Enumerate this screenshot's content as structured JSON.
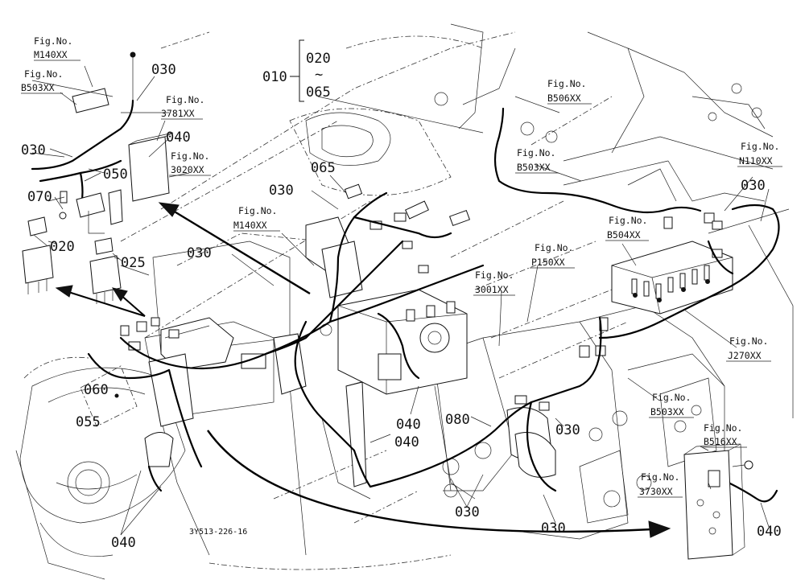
{
  "diagram": {
    "drawing_code": "3Y513-226-16",
    "part_labels": [
      {
        "id": "p030a",
        "text": "030"
      },
      {
        "id": "p030b",
        "text": "030"
      },
      {
        "id": "p040a",
        "text": "040"
      },
      {
        "id": "p050",
        "text": "050"
      },
      {
        "id": "p070",
        "text": "070"
      },
      {
        "id": "p020",
        "text": "020"
      },
      {
        "id": "p025",
        "text": "025"
      },
      {
        "id": "p030c",
        "text": "030"
      },
      {
        "id": "p030d",
        "text": "030"
      },
      {
        "id": "p065",
        "text": "065"
      },
      {
        "id": "p010",
        "text": "010"
      },
      {
        "id": "p020r",
        "text": "020"
      },
      {
        "id": "ptilde",
        "text": "~"
      },
      {
        "id": "p065r",
        "text": "065"
      },
      {
        "id": "p060",
        "text": "060"
      },
      {
        "id": "p055",
        "text": "055"
      },
      {
        "id": "p040b",
        "text": "040"
      },
      {
        "id": "p040c",
        "text": "040"
      },
      {
        "id": "p040d",
        "text": "040"
      },
      {
        "id": "p080",
        "text": "080"
      },
      {
        "id": "p030e",
        "text": "030"
      },
      {
        "id": "p030f",
        "text": "030"
      },
      {
        "id": "p030g",
        "text": "030"
      },
      {
        "id": "p030h",
        "text": "030"
      },
      {
        "id": "p040e",
        "text": "040"
      }
    ],
    "figure_refs": [
      {
        "id": "f1",
        "prefix": "Fig.No.",
        "code": "M140XX"
      },
      {
        "id": "f2",
        "prefix": "Fig.No.",
        "code": "B503XX"
      },
      {
        "id": "f3",
        "prefix": "Fig.No.",
        "code": "3781XX"
      },
      {
        "id": "f4",
        "prefix": "Fig.No.",
        "code": "3020XX"
      },
      {
        "id": "f5",
        "prefix": "Fig.No.",
        "code": "M140XX"
      },
      {
        "id": "f6",
        "prefix": "Fig.No.",
        "code": "B506XX"
      },
      {
        "id": "f7",
        "prefix": "Fig.No.",
        "code": "B503XX"
      },
      {
        "id": "f8",
        "prefix": "Fig.No.",
        "code": "N110XX"
      },
      {
        "id": "f9",
        "prefix": "Fig.No.",
        "code": "B504XX"
      },
      {
        "id": "f10",
        "prefix": "Fig.No.",
        "code": "P150XX"
      },
      {
        "id": "f11",
        "prefix": "Fig.No.",
        "code": "3001XX"
      },
      {
        "id": "f12",
        "prefix": "Fig.No.",
        "code": "J270XX"
      },
      {
        "id": "f13",
        "prefix": "Fig.No.",
        "code": "B503XX"
      },
      {
        "id": "f14",
        "prefix": "Fig.No.",
        "code": "B516XX"
      },
      {
        "id": "f15",
        "prefix": "Fig.No.",
        "code": "3730XX"
      }
    ]
  }
}
